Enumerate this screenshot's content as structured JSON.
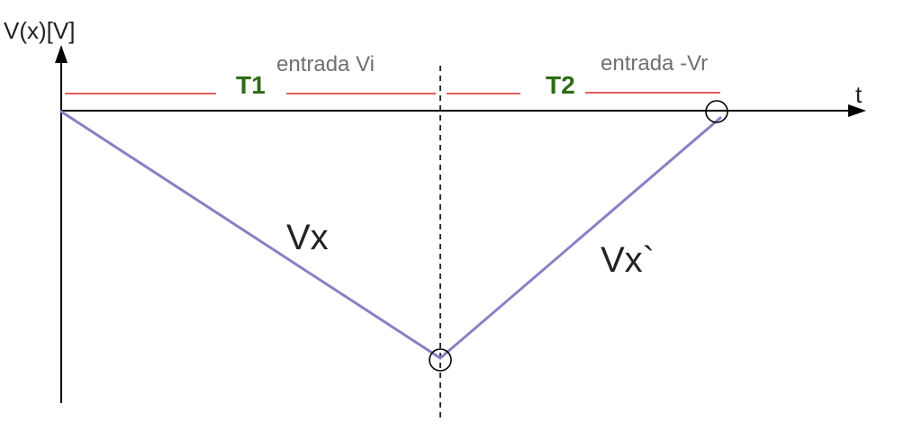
{
  "axes": {
    "y_label": "V(x)[V]",
    "x_label": "t"
  },
  "intervals": [
    {
      "tag": "T1",
      "caption": "entrada Vi"
    },
    {
      "tag": "T2",
      "caption": "entrada -Vr"
    }
  ],
  "signals": {
    "integration_label": "Vx",
    "deintegration_label": "Vx`"
  },
  "colors": {
    "axis": "#000000",
    "signal": "#8b7fc4",
    "interval_line": "#d62b2b",
    "interval_tag": "#2e6b16",
    "caption": "#707070"
  }
}
